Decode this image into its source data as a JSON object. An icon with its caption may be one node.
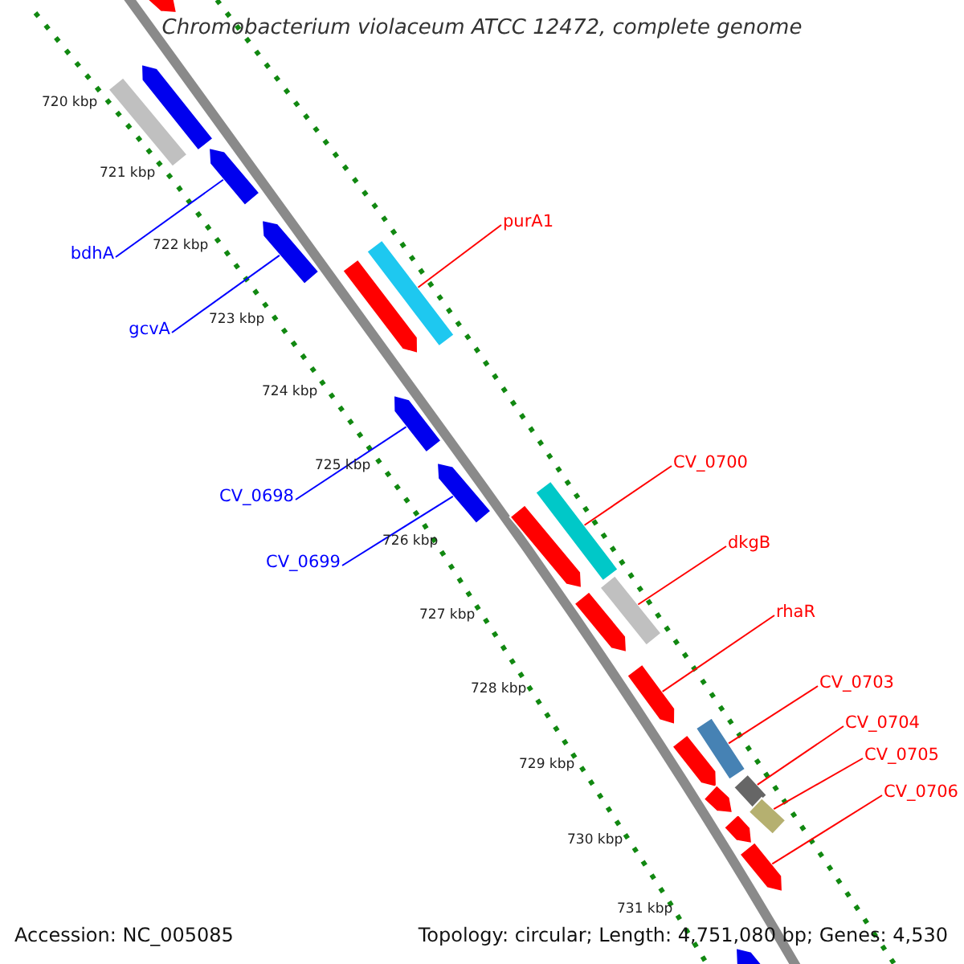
{
  "diagram": {
    "title": "Chromobacterium violaceum ATCC 12472, complete genome",
    "nodes": [
      {
        "text": [
          "purA1"
        ]
      },
      {
        "text": [
          "bdhA"
        ]
      },
      {
        "text": [
          "gcvA"
        ]
      },
      {
        "text": [
          "CV_0700"
        ]
      },
      {
        "text": [
          "CV_0698"
        ]
      },
      {
        "text": [
          "dkgB"
        ]
      },
      {
        "text": [
          "CV_0699"
        ]
      },
      {
        "text": [
          "rhaR"
        ]
      },
      {
        "text": [
          "CV_0703"
        ]
      },
      {
        "text": [
          "CV_0704"
        ]
      },
      {
        "text": [
          "CV_0705"
        ]
      },
      {
        "text": [
          "CV_0706"
        ]
      },
      {
        "text": [],
        "shape": "bar"
      },
      {
        "text": [],
        "shape": "bar"
      },
      {
        "text": [],
        "shape": "bar"
      },
      {
        "text": [],
        "shape": "bar"
      },
      {
        "text": [],
        "shape": "bar"
      },
      {
        "text": [],
        "shape": "bar"
      },
      {
        "text": [],
        "shape": "bar"
      },
      {
        "text": [],
        "shape": "bar"
      },
      {
        "text": [],
        "shape": "bar"
      },
      {
        "text": [],
        "shape": "bar"
      },
      {
        "text": [],
        "shape": "bar"
      },
      {
        "text": [],
        "shape": "bar"
      },
      {
        "text": [],
        "shape": "bar"
      },
      {
        "text": [],
        "shape": "bar"
      },
      {
        "text": [],
        "shape": "bar"
      },
      {
        "text": [],
        "shape": "bar"
      },
      {
        "text": [],
        "shape": "bar"
      },
      {
        "text": [],
        "shape": "bar"
      },
      {
        "text": [],
        "shape": "bar"
      },
      {
        "text": [],
        "shape": "bar"
      },
      {
        "text": [],
        "shape": "bar"
      },
      {
        "text": [],
        "shape": "bar"
      }
    ],
    "edges": [
      {
        "from": 0,
        "to": 12,
        "arrow": "none"
      },
      {
        "from": 1,
        "to": 13,
        "arrow": "none",
        "color": "#0000ff"
      },
      {
        "from": 2,
        "to": 14,
        "arrow": "none",
        "color": "#0000ff"
      },
      {
        "from": 3,
        "to": 15,
        "arrow": "none"
      },
      {
        "from": 4,
        "to": 16,
        "arrow": "none",
        "color": "#0000ff"
      },
      {
        "from": 5,
        "to": 17,
        "arrow": "none"
      },
      {
        "from": 6,
        "to": 18,
        "arrow": "none",
        "color": "#0000ff"
      },
      {
        "from": 7,
        "to": 19,
        "arrow": "none"
      },
      {
        "from": 8,
        "to": 20,
        "arrow": "none"
      },
      {
        "from": 9,
        "to": 21,
        "arrow": "none"
      },
      {
        "from": 10,
        "to": 22,
        "arrow": "none"
      },
      {
        "from": 11,
        "to": 23,
        "arrow": "none"
      }
    ],
    "labels": [
      "720 kbp",
      "721 kbp",
      "722 kbp",
      "723 kbp",
      "724 kbp",
      "725 kbp",
      "726 kbp",
      "727 kbp",
      "728 kbp",
      "729 kbp",
      "730 kbp",
      "731 kbp",
      "Accession: NC_005085",
      "Topology: circular; Length: 4,751,080 bp; Genes: 4,530"
    ]
  }
}
